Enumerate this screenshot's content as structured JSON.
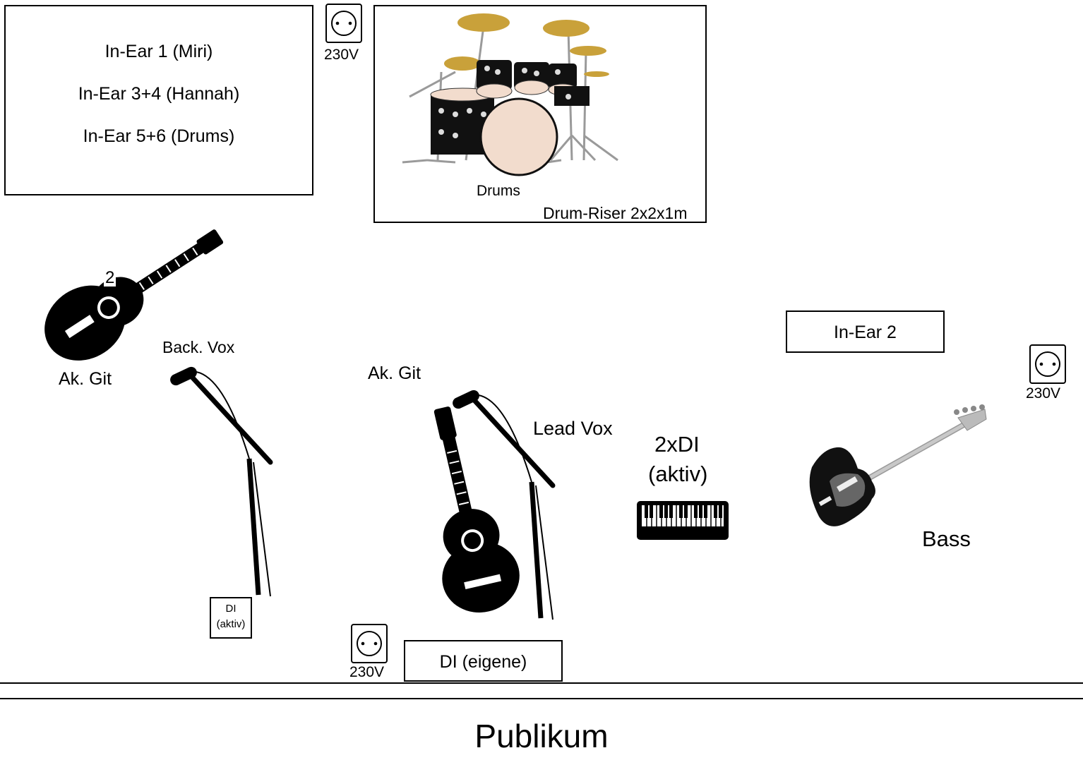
{
  "monitor_box": {
    "lines": [
      "In-Ear 1 (Miri)",
      "In-Ear 3+4 (Hannah)",
      "In-Ear 5+6 (Drums)"
    ]
  },
  "in_ear_2": "In-Ear 2",
  "drums": {
    "label": "Drums",
    "riser": "Drum-Riser 2x2x1m"
  },
  "power_label": "230V",
  "left_guitar": {
    "label": "Ak. Git",
    "number": "2"
  },
  "back_vox": "Back. Vox",
  "center_guitar": "Ak. Git",
  "lead_vox": "Lead Vox",
  "keys_di": {
    "line1": "2xDI",
    "line2": "(aktiv)"
  },
  "bass": "Bass",
  "small_di": {
    "line1": "DI",
    "line2": "(aktiv)"
  },
  "di_own": "DI (eigene)",
  "audience": "Publikum",
  "colors": {
    "ink": "#000000",
    "cymbal": "#c9a13a",
    "drum_head": "#f2dccd",
    "hardware": "#9a9a9a"
  }
}
